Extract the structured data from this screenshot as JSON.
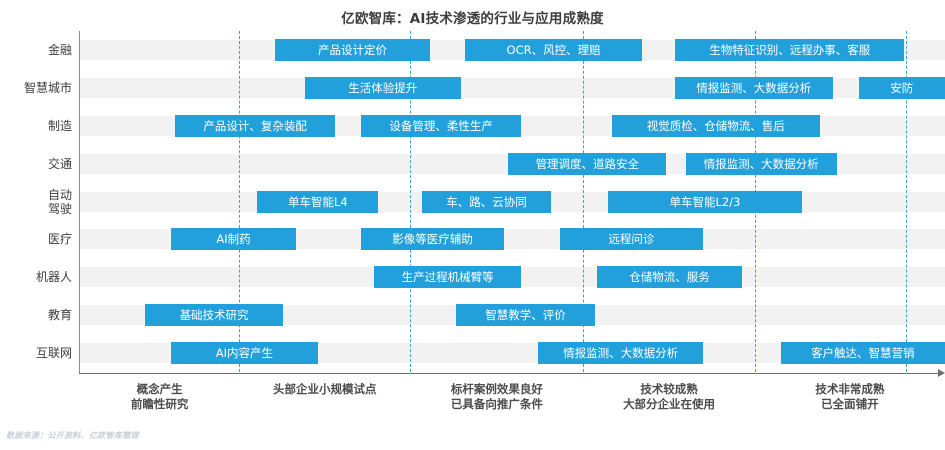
{
  "title": "亿欧智库：AI技术渗透的行业与应用成熟度",
  "source_note": "数据来源：公开资料、亿欧智库整理",
  "colors": {
    "bar": "#22a0dc",
    "band": "#f2f2f2",
    "gridline": "#3d9fd4",
    "axis": "#6e6e6e",
    "text": "#3d3d3d"
  },
  "chart_data": {
    "type": "bar",
    "title": "亿欧智库：AI技术渗透的行业与应用成熟度",
    "xlabel": "",
    "ylabel": "",
    "grid": true,
    "legend": "none",
    "xlim": [
      0,
      100
    ],
    "stage_labels": [
      {
        "line1": "概念产生",
        "line2": "前瞻性研究"
      },
      {
        "line1": "头部企业小规模试点",
        "line2": ""
      },
      {
        "line1": "标杆案例效果良好",
        "line2": "已具备向推广条件"
      },
      {
        "line1": "技术较成熟",
        "line2": "大部分企业在使用"
      },
      {
        "line1": "技术非常成熟",
        "line2": "已全面铺开"
      }
    ],
    "gridline_positions": [
      18.4,
      38.2,
      58.2,
      78.0,
      95.5
    ],
    "categories": [
      "金融",
      "智慧城市",
      "制造",
      "交通",
      "自动\n驾驶",
      "医疗",
      "机器人",
      "教育",
      "互联网"
    ],
    "rows": [
      {
        "category": "金融",
        "label_lines": [
          "金融"
        ],
        "bars": [
          {
            "text": "产品设计定价",
            "start": 22.5,
            "end": 40.5
          },
          {
            "text": "OCR、风控、理赔",
            "start": 44.5,
            "end": 65.0
          },
          {
            "text": "生物特征识别、远程办事、客服",
            "start": 68.8,
            "end": 95.3
          }
        ]
      },
      {
        "category": "智慧城市",
        "label_lines": [
          "智慧城市"
        ],
        "bars": [
          {
            "text": "生活体验提升",
            "start": 26.0,
            "end": 44.0
          },
          {
            "text": "情报监测、大数据分析",
            "start": 68.8,
            "end": 87.0
          },
          {
            "text": "安防",
            "start": 90.0,
            "end": 100.0
          }
        ]
      },
      {
        "category": "制造",
        "label_lines": [
          "制造"
        ],
        "bars": [
          {
            "text": "产品设计、复杂装配",
            "start": 11.0,
            "end": 29.5
          },
          {
            "text": "设备管理、柔性生产",
            "start": 32.5,
            "end": 51.0
          },
          {
            "text": "视觉质检、仓储物流、售后",
            "start": 61.5,
            "end": 85.5
          }
        ]
      },
      {
        "category": "交通",
        "label_lines": [
          "交通"
        ],
        "bars": [
          {
            "text": "管理调度、道路安全",
            "start": 49.5,
            "end": 67.8
          },
          {
            "text": "情报监测、大数据分析",
            "start": 70.0,
            "end": 87.5
          }
        ]
      },
      {
        "category": "自动驾驶",
        "label_lines": [
          "自动",
          "驾驶"
        ],
        "bars": [
          {
            "text": "单车智能L4",
            "start": 20.5,
            "end": 34.5
          },
          {
            "text": "车、路、云协同",
            "start": 39.5,
            "end": 54.5
          },
          {
            "text": "单车智能L2/3",
            "start": 61.0,
            "end": 83.5
          }
        ]
      },
      {
        "category": "医疗",
        "label_lines": [
          "医疗"
        ],
        "bars": [
          {
            "text": "AI制药",
            "start": 10.5,
            "end": 25.0
          },
          {
            "text": "影像等医疗辅助",
            "start": 32.5,
            "end": 49.0
          },
          {
            "text": "远程问诊",
            "start": 55.5,
            "end": 72.0
          }
        ]
      },
      {
        "category": "机器人",
        "label_lines": [
          "机器人"
        ],
        "bars": [
          {
            "text": "生产过程机械臂等",
            "start": 34.0,
            "end": 51.0
          },
          {
            "text": "仓储物流、服务",
            "start": 59.8,
            "end": 76.5
          }
        ]
      },
      {
        "category": "教育",
        "label_lines": [
          "教育"
        ],
        "bars": [
          {
            "text": "基础技术研究",
            "start": 7.5,
            "end": 23.5
          },
          {
            "text": "智慧教学、评价",
            "start": 43.5,
            "end": 59.5
          }
        ]
      },
      {
        "category": "互联网",
        "label_lines": [
          "互联网"
        ],
        "bars": [
          {
            "text": "AI内容产生",
            "start": 10.5,
            "end": 27.5
          },
          {
            "text": "情报监测、大数据分析",
            "start": 53.0,
            "end": 72.0
          },
          {
            "text": "客户触达、智慧营销",
            "start": 81.0,
            "end": 100.0
          }
        ]
      }
    ]
  }
}
